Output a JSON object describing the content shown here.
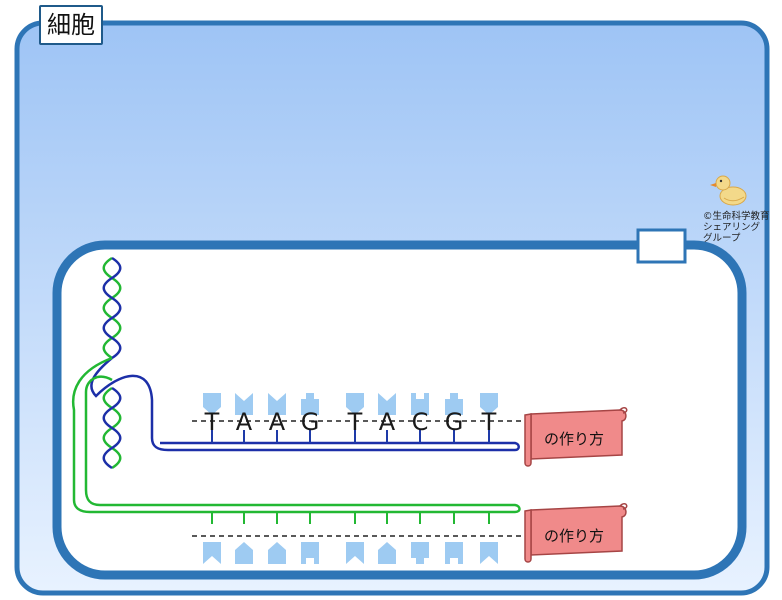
{
  "cell_label": "細胞",
  "credit_lines": [
    "©生命科学教育",
    "シェアリング",
    "グループ"
  ],
  "upper_strand": {
    "bases": [
      "T",
      "A",
      "A",
      "G",
      "T",
      "A",
      "C",
      "G",
      "T"
    ],
    "scroll_label": "の作り方"
  },
  "lower_strand": {
    "scroll_label": "の作り方"
  },
  "colors": {
    "cell_border": "#2e75b6",
    "cell_fill_top": "#9ec4f5",
    "cell_fill_bottom": "#e8f2ff",
    "nucleus_border": "#2e75b6",
    "strand_blue": "#1c2fa8",
    "strand_green": "#22b833",
    "base_shape": "#9ecbf2",
    "base_stem": "#1e3aa8",
    "scroll_fill": "#f08a8a",
    "scroll_stroke": "#a64545"
  }
}
